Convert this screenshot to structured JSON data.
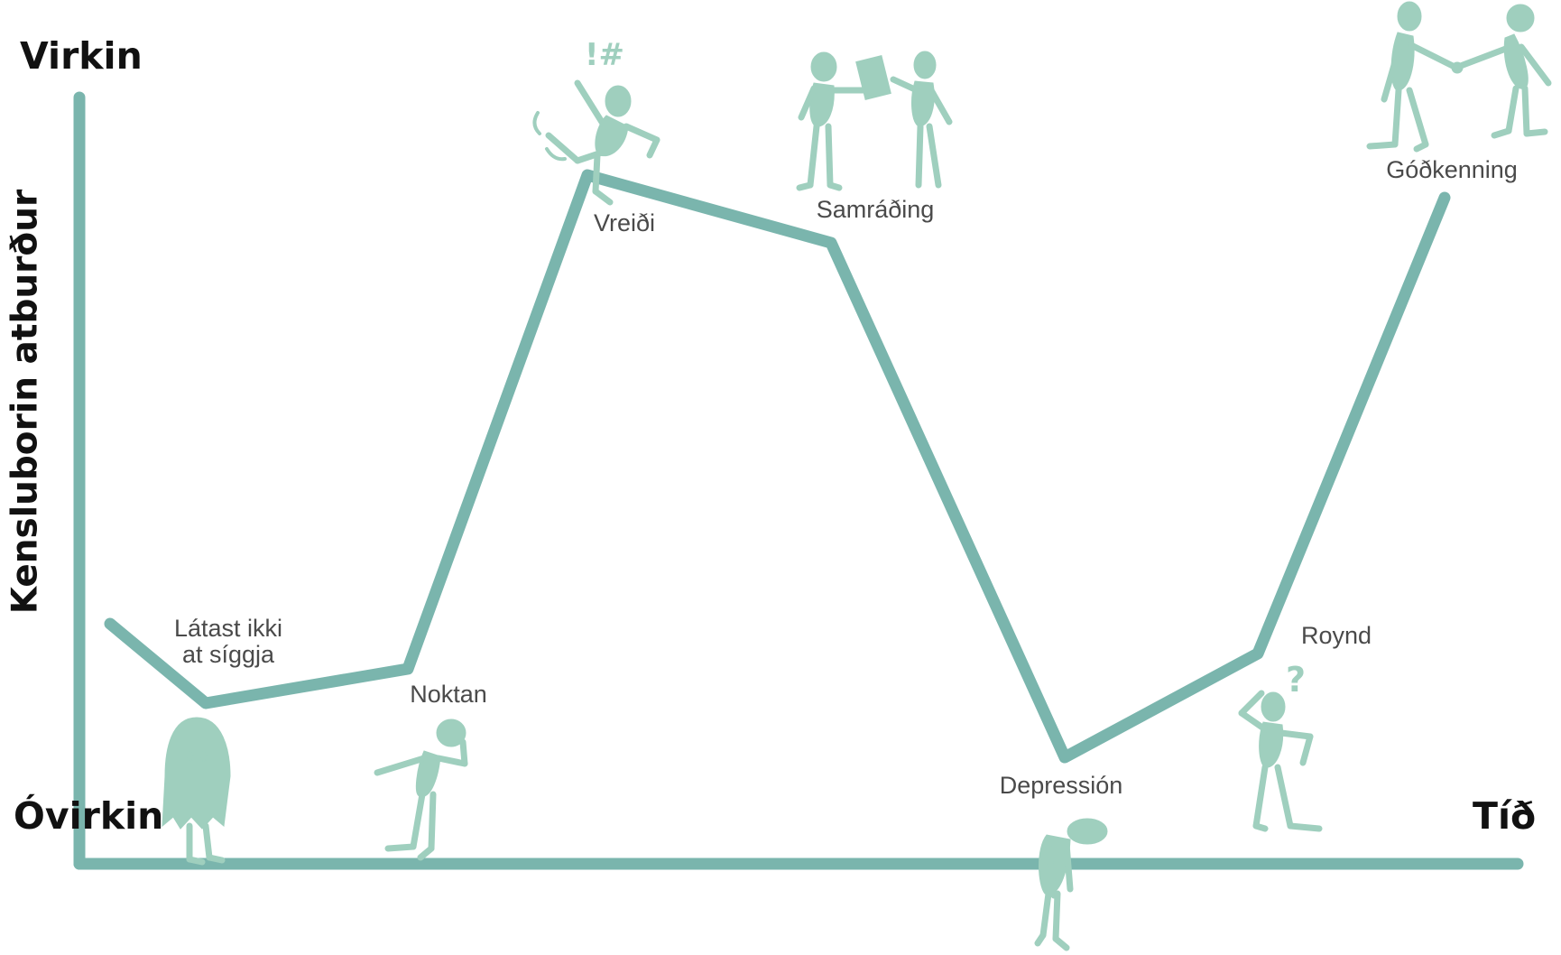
{
  "axes": {
    "y_top_label": "Virkin",
    "y_bottom_label": "Óvirkin",
    "x_end_label": "Tíð",
    "y_title": "Kensluborin atburður"
  },
  "stages": [
    {
      "label_line1": "Látast ikki",
      "label_line2": "at síggja"
    },
    {
      "label": "Noktan"
    },
    {
      "label": "Vreiði"
    },
    {
      "label": "Samráðing"
    },
    {
      "label": "Depressión"
    },
    {
      "label": "Roynd"
    },
    {
      "label": "Góðkenning"
    }
  ],
  "colors": {
    "curve": "#7ab5ad",
    "figures": "#9fcfbe",
    "axis_text": "#111111",
    "stage_text": "#4a4a4a"
  },
  "icons": [
    "ghost-icon",
    "head-in-hand-icon",
    "angry-jumping-icon",
    "negotiation-icon",
    "slumped-figure-icon",
    "confused-figure-icon",
    "handshake-icon"
  ],
  "emote": {
    "anger_symbols": "!#",
    "question": "?"
  }
}
